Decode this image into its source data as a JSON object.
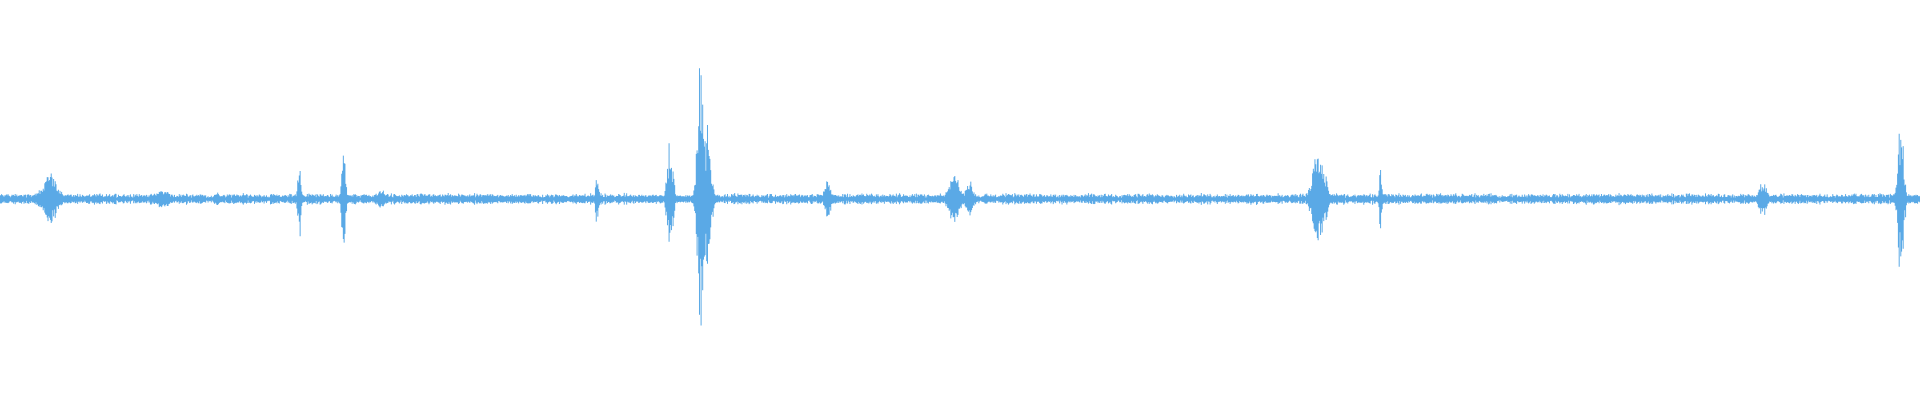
{
  "waveform": {
    "color": "#5aa9e6",
    "baseline_amplitude": 0.02,
    "noise_level": 0.008,
    "bursts": [
      {
        "position": 0.026,
        "amplitude": 0.12,
        "spread": 0.004
      },
      {
        "position": 0.085,
        "amplitude": 0.05,
        "spread": 0.003
      },
      {
        "position": 0.113,
        "amplitude": 0.03,
        "spread": 0.001
      },
      {
        "position": 0.156,
        "amplitude": 0.19,
        "spread": 0.0008
      },
      {
        "position": 0.179,
        "amplitude": 0.28,
        "spread": 0.0009
      },
      {
        "position": 0.199,
        "amplitude": 0.05,
        "spread": 0.002
      },
      {
        "position": 0.311,
        "amplitude": 0.12,
        "spread": 0.0008
      },
      {
        "position": 0.349,
        "amplitude": 0.27,
        "spread": 0.0015
      },
      {
        "position": 0.365,
        "amplitude": 0.72,
        "spread": 0.0015
      },
      {
        "position": 0.368,
        "amplitude": 0.35,
        "spread": 0.002
      },
      {
        "position": 0.431,
        "amplitude": 0.11,
        "spread": 0.0015
      },
      {
        "position": 0.497,
        "amplitude": 0.11,
        "spread": 0.003
      },
      {
        "position": 0.505,
        "amplitude": 0.08,
        "spread": 0.002
      },
      {
        "position": 0.687,
        "amplitude": 0.24,
        "spread": 0.003
      },
      {
        "position": 0.719,
        "amplitude": 0.16,
        "spread": 0.0006
      },
      {
        "position": 0.918,
        "amplitude": 0.09,
        "spread": 0.002
      },
      {
        "position": 0.99,
        "amplitude": 0.36,
        "spread": 0.0015
      }
    ],
    "samples": 2400
  }
}
